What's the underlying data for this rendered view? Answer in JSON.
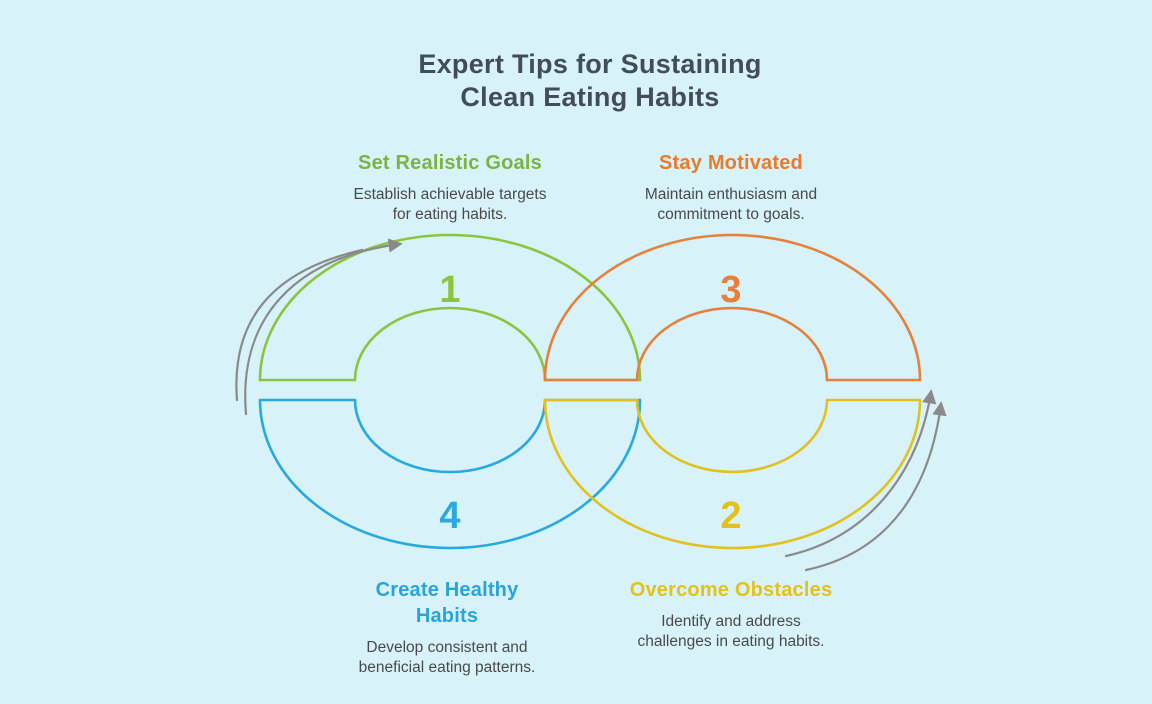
{
  "title": {
    "lines": [
      "Expert Tips for Sustaining",
      "Clean Eating Habits"
    ]
  },
  "sections": {
    "set_realistic_goals": {
      "number": "1",
      "heading": "Set Realistic Goals",
      "description_lines": [
        "Establish achievable targets",
        "for eating habits."
      ],
      "color": "#7cb342"
    },
    "stay_motivated": {
      "number": "3",
      "heading": "Stay Motivated",
      "description_lines": [
        "Maintain enthusiasm and",
        "commitment to goals."
      ],
      "color": "#e67c2e"
    },
    "create_healthy_habits": {
      "number": "4",
      "heading_lines": [
        "Create Healthy",
        "Habits"
      ],
      "description_lines": [
        "Develop consistent and",
        "beneficial eating patterns."
      ],
      "color": "#29a3dc"
    },
    "overcome_obstacles": {
      "number": "2",
      "heading": "Overcome Obstacles",
      "description_lines": [
        "Identify and address",
        "challenges in eating habits."
      ],
      "color": "#e3c21a"
    }
  },
  "colors": {
    "background": "#d7f2f9",
    "title-text": "#434d59",
    "body-text": "#4a4a4a",
    "green": "#7cb342",
    "green-arc": "#8bc53f",
    "orange": "#e67c2e",
    "orange-arc": "#e5813a",
    "cyan": "#29a3dc",
    "cyan-arc": "#29a9e1",
    "yellow": "#e3c21a",
    "yellow-arc": "#e2c11c",
    "arrow-gray": "#8a8a8a"
  }
}
